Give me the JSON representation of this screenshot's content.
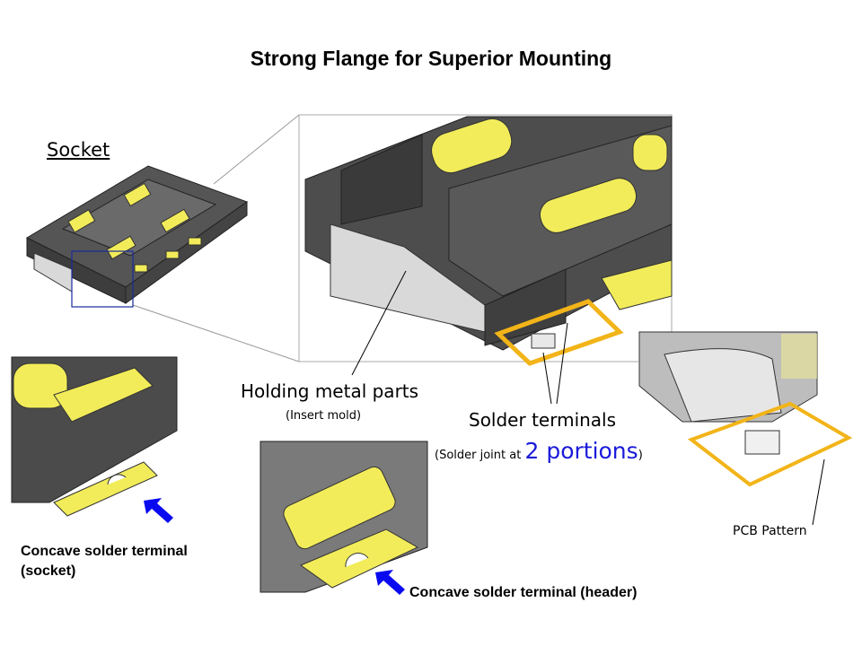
{
  "title": "Strong Flange for Superior Mounting",
  "socket_label": "Socket",
  "callouts": {
    "holding_metal": {
      "label": "Holding metal parts",
      "sub": "(Insert mold)"
    },
    "solder_terminals": {
      "label": "Solder terminals",
      "sub_prefix": "(Solder joint at ",
      "sub_highlight": "2 portions",
      "sub_suffix": ")"
    },
    "pcb_pattern": {
      "label": "PCB Pattern"
    },
    "concave_socket": {
      "line1": "Concave solder terminal",
      "line2": "(socket)"
    },
    "concave_header": {
      "label": "Concave solder terminal (header)"
    }
  },
  "colors": {
    "connector_body": "#4a4a4a",
    "gold_contact": "#f2ec5a",
    "pcb_outline": "#f2b418",
    "highlight_text": "#1a1adb",
    "pointer_arrow": "#0a0af0",
    "metal_part": "#d9d9d9"
  }
}
